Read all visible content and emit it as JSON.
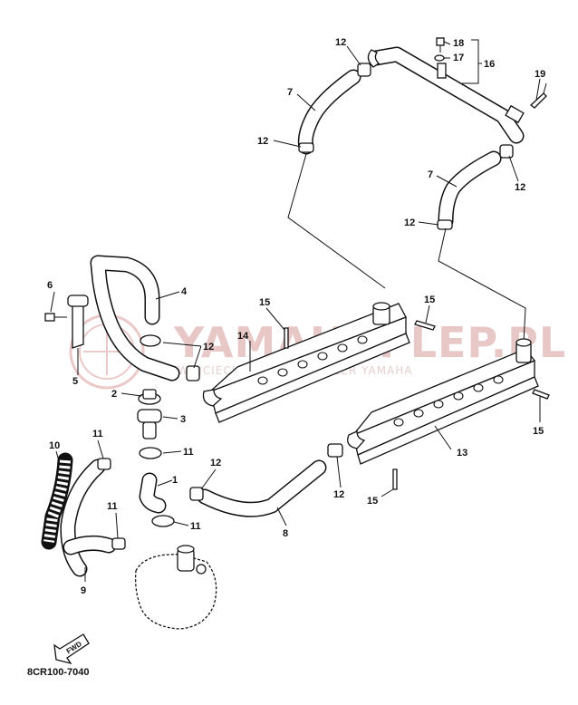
{
  "watermark": {
    "brand": "YAMAHAPLEP.PL",
    "tagline": "WOJCIECH PLEP SZ | DEALER YAMAHA"
  },
  "diagram_code": "8CR100-7040",
  "fwd_label": "FWD",
  "callouts": {
    "c1": "1",
    "c2": "2",
    "c3": "3",
    "c4": "4",
    "c5": "5",
    "c6": "6",
    "c7a": "7",
    "c7b": "7",
    "c8": "8",
    "c9": "9",
    "c10": "10",
    "c11a": "11",
    "c11b": "11",
    "c11c": "11",
    "c11d": "11",
    "c12a": "12",
    "c12b": "12",
    "c12c": "12",
    "c12d": "12",
    "c12e": "12",
    "c12f": "12",
    "c12g": "12",
    "c13": "13",
    "c14": "14",
    "c15a": "15",
    "c15b": "15",
    "c15c": "15",
    "c15d": "15",
    "c16": "16",
    "c17": "17",
    "c18": "18",
    "c19": "19"
  },
  "colors": {
    "line": "#111111",
    "watermark": "#e8c7c7"
  }
}
